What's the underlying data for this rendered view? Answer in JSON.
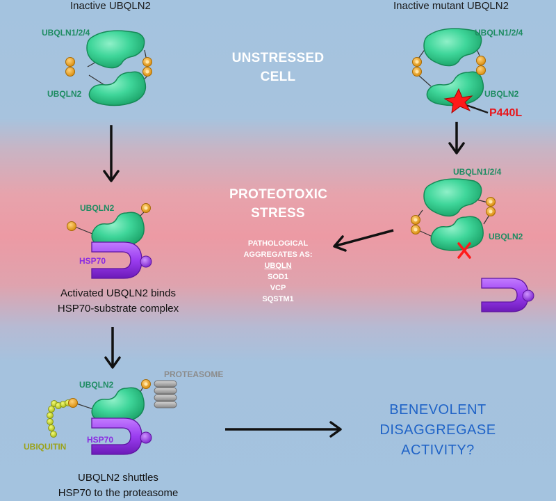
{
  "titles": {
    "left": "Inactive UBQLN2",
    "right": "Inactive mutant UBQLN2"
  },
  "labels": {
    "ubqln124_a": "UBQLN1/2/4",
    "ubqln2_a": "UBQLN2",
    "ubqln124_b": "UBQLN1/2/4",
    "ubqln2_b": "UBQLN2",
    "mutation": "P440L",
    "ubqln124_c": "UBQLN1/2/4",
    "ubqln2_c": "UBQLN2",
    "ubqln2_mid": "UBQLN2",
    "hsp70_mid": "HSP70",
    "ubqln2_bottom": "UBQLN2",
    "hsp70_bottom": "HSP70",
    "proteasome": "PROTEASOME",
    "ubiquitin": "UBIQUITIN"
  },
  "states": {
    "unstressed": [
      "UNSTRESSED",
      "CELL"
    ],
    "stress": [
      "PROTEOTOXIC",
      "STRESS"
    ]
  },
  "aggregates": {
    "heading": [
      "PATHOLOGICAL",
      "AGGREGATES AS:"
    ],
    "items": [
      "UBQLN",
      "SOD1",
      "VCP",
      "SQSTM1"
    ]
  },
  "captions": {
    "activated": [
      "Activated UBQLN2 binds",
      "HSP70-substrate complex"
    ],
    "shuttles": [
      "UBQLN2 shuttles",
      "HSP70 to the proteasome"
    ]
  },
  "outcome": [
    "BENEVOLENT",
    "DISAGGREGASE",
    "ACTIVITY?"
  ],
  "colors": {
    "ubqln": "#2ec98c",
    "hsp70": "#9b3df0",
    "ubl_bead": "#f0a820",
    "ubiquitin": "#c8d820",
    "proteasome": "#9a9a9a",
    "mutation": "#ff1a1a",
    "outcome_text": "#1f63c7"
  }
}
